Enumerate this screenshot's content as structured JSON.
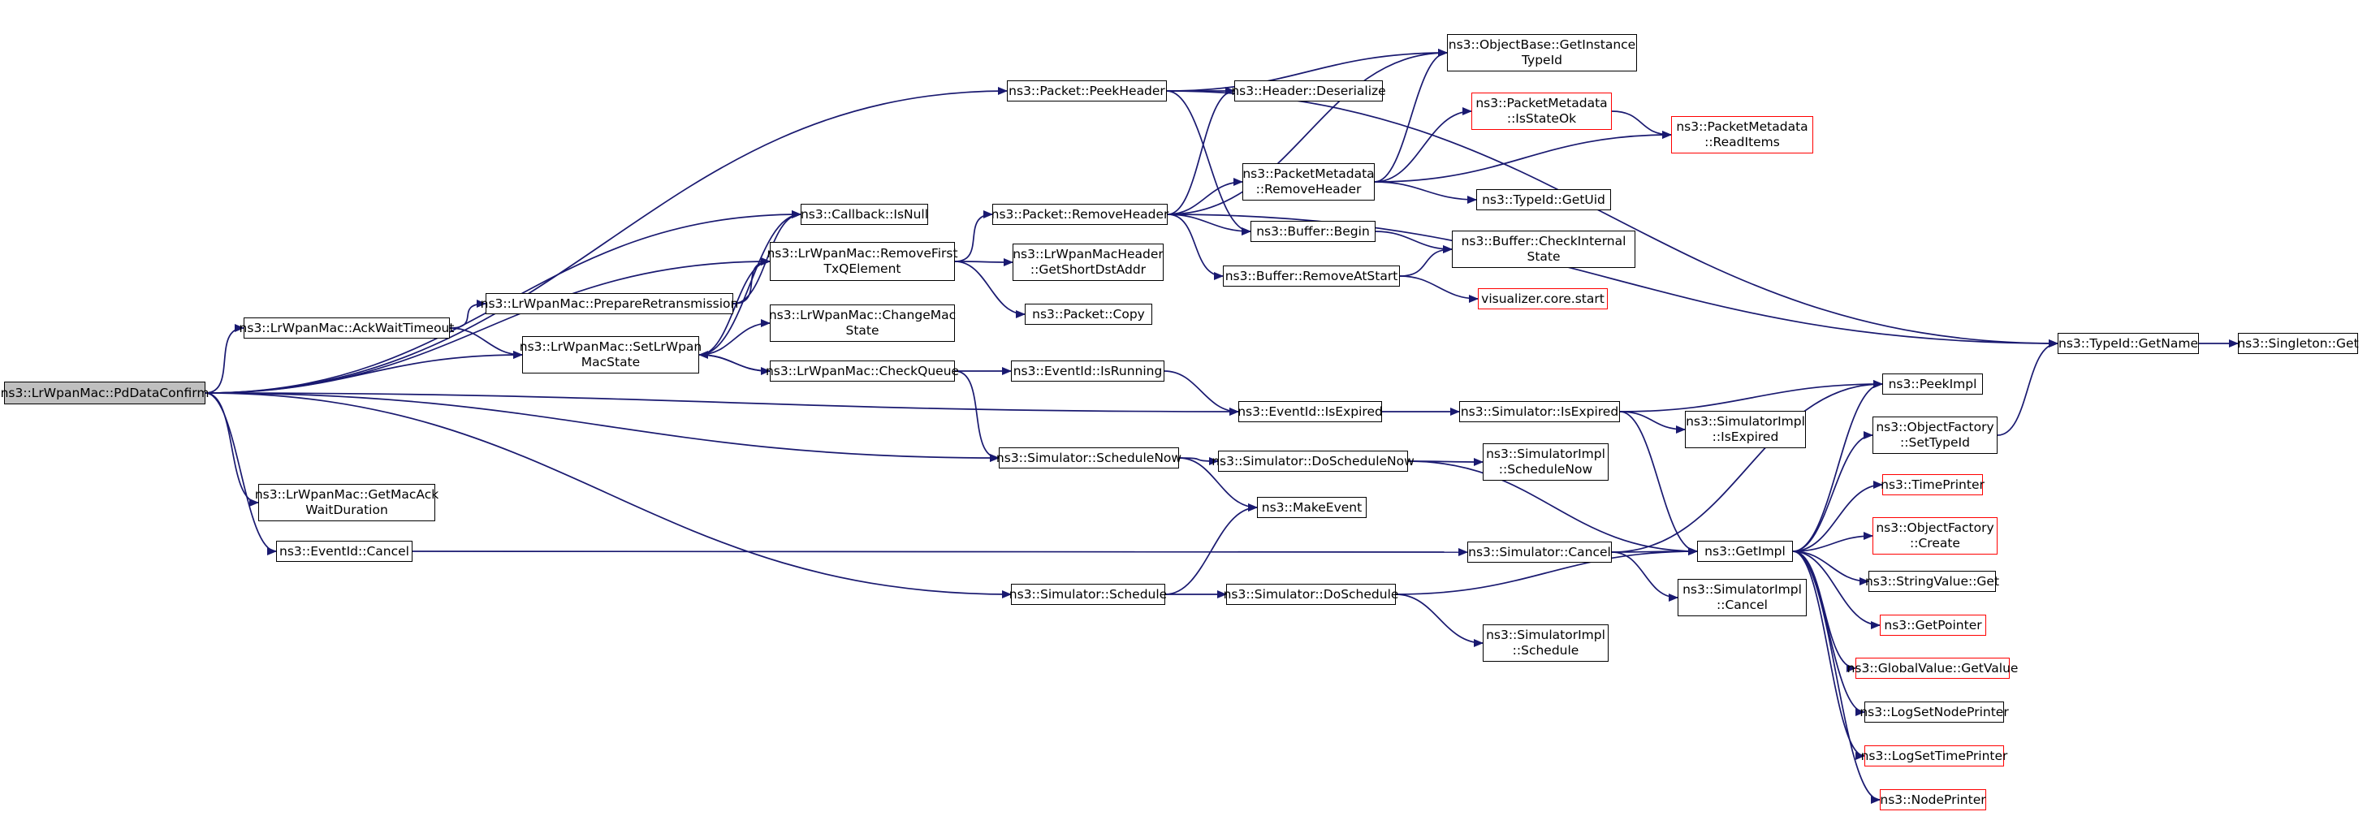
{
  "root": "ns3::LrWpanMac::PdDataConfirm",
  "colors": {
    "edge": "#191970",
    "root_fill": "#bfbfbf",
    "truncated_border": "#ff0000",
    "node_border": "#000000"
  },
  "nodes": [
    {
      "id": "pddataconfirm",
      "label": "ns3::LrWpanMac::PdDataConfirm",
      "root": true
    },
    {
      "id": "peekheader",
      "label": "ns3::Packet::PeekHeader"
    },
    {
      "id": "isnull",
      "label": "ns3::Callback::IsNull"
    },
    {
      "id": "removefirst",
      "label": "ns3::LrWpanMac::RemoveFirst\nTxQElement"
    },
    {
      "id": "prepareretx",
      "label": "ns3::LrWpanMac::PrepareRetransmission"
    },
    {
      "id": "ackwaittimeout",
      "label": "ns3::LrWpanMac::AckWaitTimeout"
    },
    {
      "id": "setstate",
      "label": "ns3::LrWpanMac::SetLrWpan\nMacState"
    },
    {
      "id": "changestate",
      "label": "ns3::LrWpanMac::ChangeMac\nState"
    },
    {
      "id": "checkqueue",
      "label": "ns3::LrWpanMac::CheckQueue"
    },
    {
      "id": "getmacackwait",
      "label": "ns3::LrWpanMac::GetMacAck\nWaitDuration"
    },
    {
      "id": "eventcancel",
      "label": "ns3::EventId::Cancel"
    },
    {
      "id": "removeheader",
      "label": "ns3::Packet::RemoveHeader"
    },
    {
      "id": "getshortdst",
      "label": "ns3::LrWpanMacHeader\n::GetShortDstAddr"
    },
    {
      "id": "packetcopy",
      "label": "ns3::Packet::Copy"
    },
    {
      "id": "isrunning",
      "label": "ns3::EventId::IsRunning"
    },
    {
      "id": "schedulenow",
      "label": "ns3::Simulator::ScheduleNow"
    },
    {
      "id": "schedule",
      "label": "ns3::Simulator::Schedule"
    },
    {
      "id": "deserialize",
      "label": "ns3::Header::Deserialize"
    },
    {
      "id": "pmremoveheader",
      "label": "ns3::PacketMetadata\n::RemoveHeader"
    },
    {
      "id": "bufferbegin",
      "label": "ns3::Buffer::Begin"
    },
    {
      "id": "removeatstart",
      "label": "ns3::Buffer::RemoveAtStart"
    },
    {
      "id": "eventisexpired",
      "label": "ns3::EventId::IsExpired"
    },
    {
      "id": "doschedulenow",
      "label": "ns3::Simulator::DoScheduleNow"
    },
    {
      "id": "makeevent",
      "label": "ns3::MakeEvent"
    },
    {
      "id": "doschedule",
      "label": "ns3::Simulator::DoSchedule"
    },
    {
      "id": "getinstancetypeid",
      "label": "ns3::ObjectBase::GetInstance\nTypeId"
    },
    {
      "id": "isstateok",
      "label": "ns3::PacketMetadata\n::IsStateOk",
      "truncated": true
    },
    {
      "id": "readitems",
      "label": "ns3::PacketMetadata\n::ReadItems",
      "truncated": true
    },
    {
      "id": "getuid",
      "label": "ns3::TypeId::GetUid"
    },
    {
      "id": "checkinternal",
      "label": "ns3::Buffer::CheckInternal\nState"
    },
    {
      "id": "vizstart",
      "label": "visualizer.core.start",
      "truncated": true
    },
    {
      "id": "simisexpired",
      "label": "ns3::Simulator::IsExpired"
    },
    {
      "id": "implisexpired",
      "label": "ns3::SimulatorImpl\n::IsExpired"
    },
    {
      "id": "implschedulenow",
      "label": "ns3::SimulatorImpl\n::ScheduleNow"
    },
    {
      "id": "simcancel",
      "label": "ns3::Simulator::Cancel"
    },
    {
      "id": "implcancel",
      "label": "ns3::SimulatorImpl\n::Cancel"
    },
    {
      "id": "implschedule",
      "label": "ns3::SimulatorImpl\n::Schedule"
    },
    {
      "id": "getimpl",
      "label": "ns3::GetImpl"
    },
    {
      "id": "peekimpl",
      "label": "ns3::PeekImpl"
    },
    {
      "id": "settypeid",
      "label": "ns3::ObjectFactory\n::SetTypeId"
    },
    {
      "id": "timeprinter",
      "label": "ns3::TimePrinter",
      "truncated": true
    },
    {
      "id": "factorycreate",
      "label": "ns3::ObjectFactory\n::Create",
      "truncated": true
    },
    {
      "id": "stringvalueget",
      "label": "ns3::StringValue::Get"
    },
    {
      "id": "getpointer",
      "label": "ns3::GetPointer",
      "truncated": true
    },
    {
      "id": "globalvalue",
      "label": "ns3::GlobalValue::GetValue",
      "truncated": true
    },
    {
      "id": "logsetnode",
      "label": "ns3::LogSetNodePrinter"
    },
    {
      "id": "logsettime",
      "label": "ns3::LogSetTimePrinter",
      "truncated": true
    },
    {
      "id": "nodeprinter",
      "label": "ns3::NodePrinter",
      "truncated": true
    },
    {
      "id": "getname",
      "label": "ns3::TypeId::GetName"
    },
    {
      "id": "singletonget",
      "label": "ns3::Singleton::Get"
    }
  ]
}
